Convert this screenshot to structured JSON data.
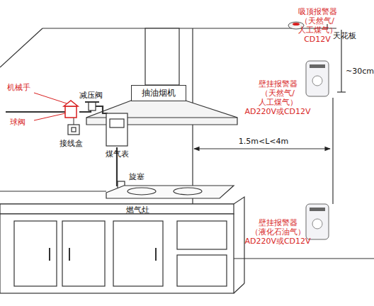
{
  "diagram": {
    "nodes": [
      {
        "text": [
          "抽油烟机"
        ]
      }
    ],
    "labels": [
      "吸顶报警器",
      "（天然气/ 人工煤气）",
      "CD12V",
      "天花板",
      "~30cm",
      "壁挂报警器",
      "（天然气/ 人工煤气）",
      "AD220V或CD12V",
      "1.5m<L<4m",
      "壁挂报警器",
      "（液化石油气）",
      "AD220V或CD12V",
      "机械手",
      "球阀",
      "减压阀",
      "接线盒",
      "煤气表",
      "旋塞",
      "燃气灶"
    ]
  }
}
